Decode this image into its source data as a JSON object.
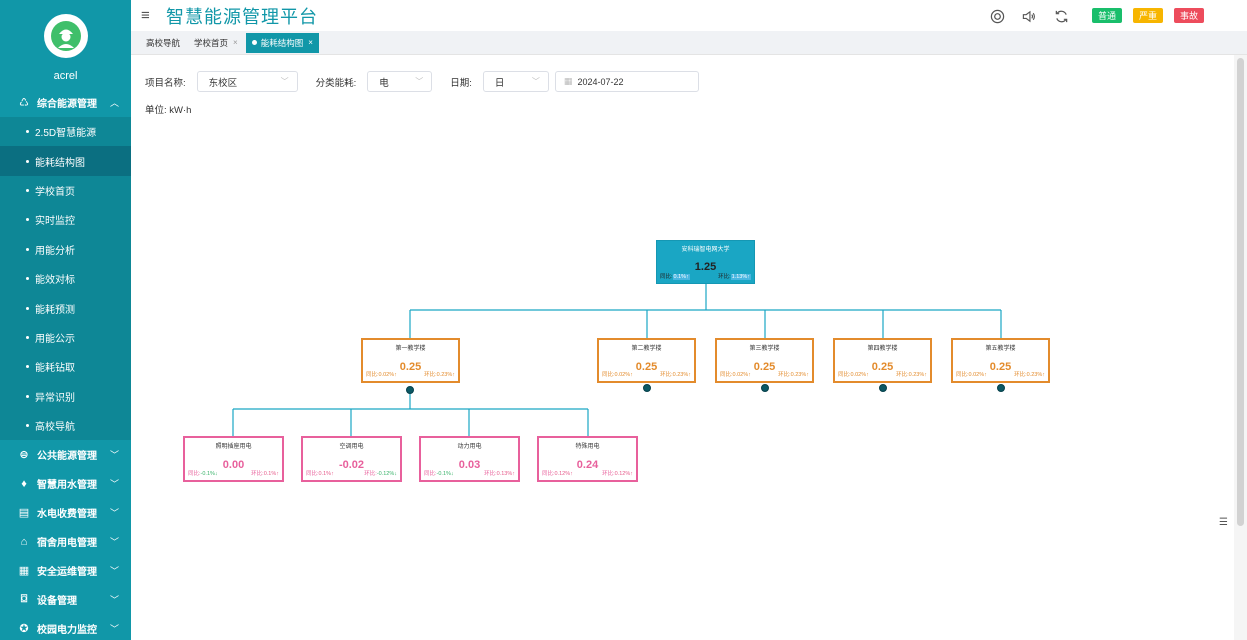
{
  "app": {
    "title": "智慧能源管理平台",
    "brand_name": "acrel"
  },
  "header": {
    "icons": [
      "support-icon",
      "volume-icon",
      "refresh-icon"
    ],
    "badges": [
      {
        "label": "普通",
        "color": "#19be6b"
      },
      {
        "label": "严重",
        "color": "#f7b500"
      },
      {
        "label": "事故",
        "color": "#ed4c5c"
      }
    ]
  },
  "sidebar": {
    "groups": [
      {
        "label": "综合能源管理",
        "icon": "energy-icon",
        "expanded": true,
        "items": [
          {
            "label": "2.5D智慧能源",
            "active": false
          },
          {
            "label": "能耗结构图",
            "active": true
          },
          {
            "label": "学校首页",
            "active": false
          },
          {
            "label": "实时监控",
            "active": false
          },
          {
            "label": "用能分析",
            "active": false
          },
          {
            "label": "能效对标",
            "active": false
          },
          {
            "label": "能耗预测",
            "active": false
          },
          {
            "label": "用能公示",
            "active": false
          },
          {
            "label": "能耗钻取",
            "active": false
          },
          {
            "label": "异常识别",
            "active": false
          },
          {
            "label": "高校导航",
            "active": false
          }
        ]
      },
      {
        "label": "公共能源管理",
        "icon": "public-energy-icon",
        "expanded": false
      },
      {
        "label": "智慧用水管理",
        "icon": "water-drop-icon",
        "expanded": false
      },
      {
        "label": "水电收费管理",
        "icon": "billing-icon",
        "expanded": false
      },
      {
        "label": "宿舍用电管理",
        "icon": "dormitory-icon",
        "expanded": false
      },
      {
        "label": "安全运维管理",
        "icon": "safety-icon",
        "expanded": false
      },
      {
        "label": "设备管理",
        "icon": "device-icon",
        "expanded": false
      },
      {
        "label": "校园电力监控",
        "icon": "power-monitor-icon",
        "expanded": false
      }
    ]
  },
  "tabs": [
    {
      "label": "高校导航",
      "closable": false,
      "active": false
    },
    {
      "label": "学校首页",
      "closable": true,
      "active": false
    },
    {
      "label": "能耗结构图",
      "closable": true,
      "active": true
    }
  ],
  "filters": {
    "project_label": "项目名称:",
    "project_value": "东校区",
    "category_label": "分类能耗:",
    "category_value": "电",
    "date_label": "日期:",
    "date_type": "日",
    "date_value": "2024-07-22"
  },
  "unit_text": "单位: kW·h",
  "tree": {
    "root": {
      "name": "安科瑞智电网大学",
      "value": "1.25",
      "yoy_label": "同比:",
      "yoy": "0.1%↑",
      "mom_label": "环比:",
      "mom": "1.13%↑"
    },
    "level1": [
      {
        "name": "第一教学楼",
        "value": "0.25",
        "yoy": "同比:0.02%↑",
        "mom": "环比:0.23%↑"
      },
      {
        "name": "第二教学楼",
        "value": "0.25",
        "yoy": "同比:0.02%↑",
        "mom": "环比:0.23%↑"
      },
      {
        "name": "第三教学楼",
        "value": "0.25",
        "yoy": "同比:0.02%↑",
        "mom": "环比:0.23%↑"
      },
      {
        "name": "第四教学楼",
        "value": "0.25",
        "yoy": "同比:0.02%↑",
        "mom": "环比:0.23%↑"
      },
      {
        "name": "第五教学楼",
        "value": "0.25",
        "yoy": "同比:0.02%↑",
        "mom": "环比:0.23%↑"
      }
    ],
    "level2": [
      {
        "name": "照明插座用电",
        "value": "0.00",
        "yoy_label": "同比:",
        "yoy": "-0.1%↓",
        "yoy_trend": "down",
        "mom_label": "环比:",
        "mom": "0.1%↑",
        "mom_trend": "up"
      },
      {
        "name": "空调用电",
        "value": "-0.02",
        "yoy_label": "同比:",
        "yoy": "0.1%↑",
        "yoy_trend": "up",
        "mom_label": "环比:",
        "mom": "-0.12%↓",
        "mom_trend": "down"
      },
      {
        "name": "动力用电",
        "value": "0.03",
        "yoy_label": "同比:",
        "yoy": "-0.1%↓",
        "yoy_trend": "down",
        "mom_label": "环比:",
        "mom": "0.13%↑",
        "mom_trend": "up"
      },
      {
        "name": "特殊用电",
        "value": "0.24",
        "yoy_label": "同比:",
        "yoy": "0.12%↑",
        "yoy_trend": "up",
        "mom_label": "环比:",
        "mom": "0.12%↑",
        "mom_trend": "up"
      }
    ]
  }
}
